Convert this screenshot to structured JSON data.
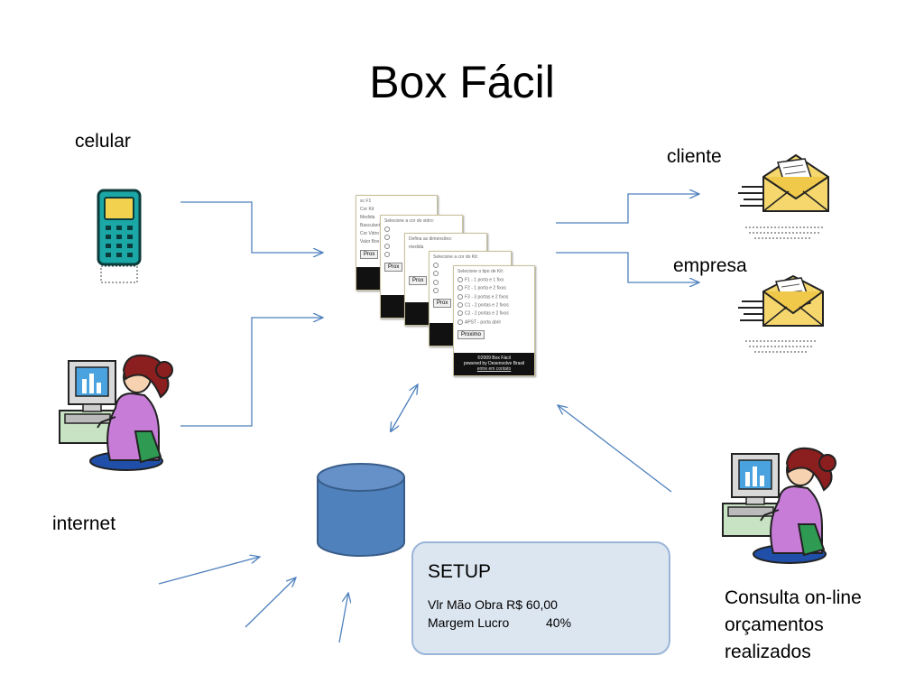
{
  "title": "Box Fácil",
  "labels": {
    "celular": "celular",
    "internet": "internet",
    "cliente": "cliente",
    "empresa": "empresa",
    "consulta": [
      "Consulta on-line",
      "orçamentos",
      "realizados"
    ]
  },
  "setup": {
    "title": "SETUP",
    "mao_obra_label": "Vlr Mão Obra R$ 60,00",
    "margem_label": "Margem Lucro",
    "margem_value": "40%"
  },
  "screens": {
    "s1": [
      "sc F1",
      "Cor Kit",
      "Medida",
      "Basculante",
      "Cor Vidro",
      "Valor Box"
    ],
    "s2_title": "Selecione a cor do vidro:",
    "s3_title": "Defina as dimensões:",
    "s3_line": "medida",
    "s4_title": "Selecione a cor do Kit:",
    "s5_title": "Selecione o tipo de Kit:",
    "s5_options": [
      "F1 - 1 porta e 1 fixo",
      "F2 - 1 porta e 2 fixos",
      "F3 - 3 portas e 2 fixos",
      "C1 - 2 portas e 2 fixos",
      "C2 - 2 portas e 2 fixos",
      "APST - porta abrir"
    ],
    "button": "Proximo",
    "button_short": "Prox",
    "footer": [
      "©2009 Box Fácil",
      "powered by Desenvolve Brasil",
      "entre em contato"
    ],
    "footer_short": "powered"
  },
  "colors": {
    "arrow": "#4f81bd",
    "db_fill": "#4f81bd",
    "db_stroke": "#385d8a",
    "setup_fill": "#dce6f1",
    "setup_border": "#9bb5d8",
    "envelope": "#f5d76e"
  }
}
